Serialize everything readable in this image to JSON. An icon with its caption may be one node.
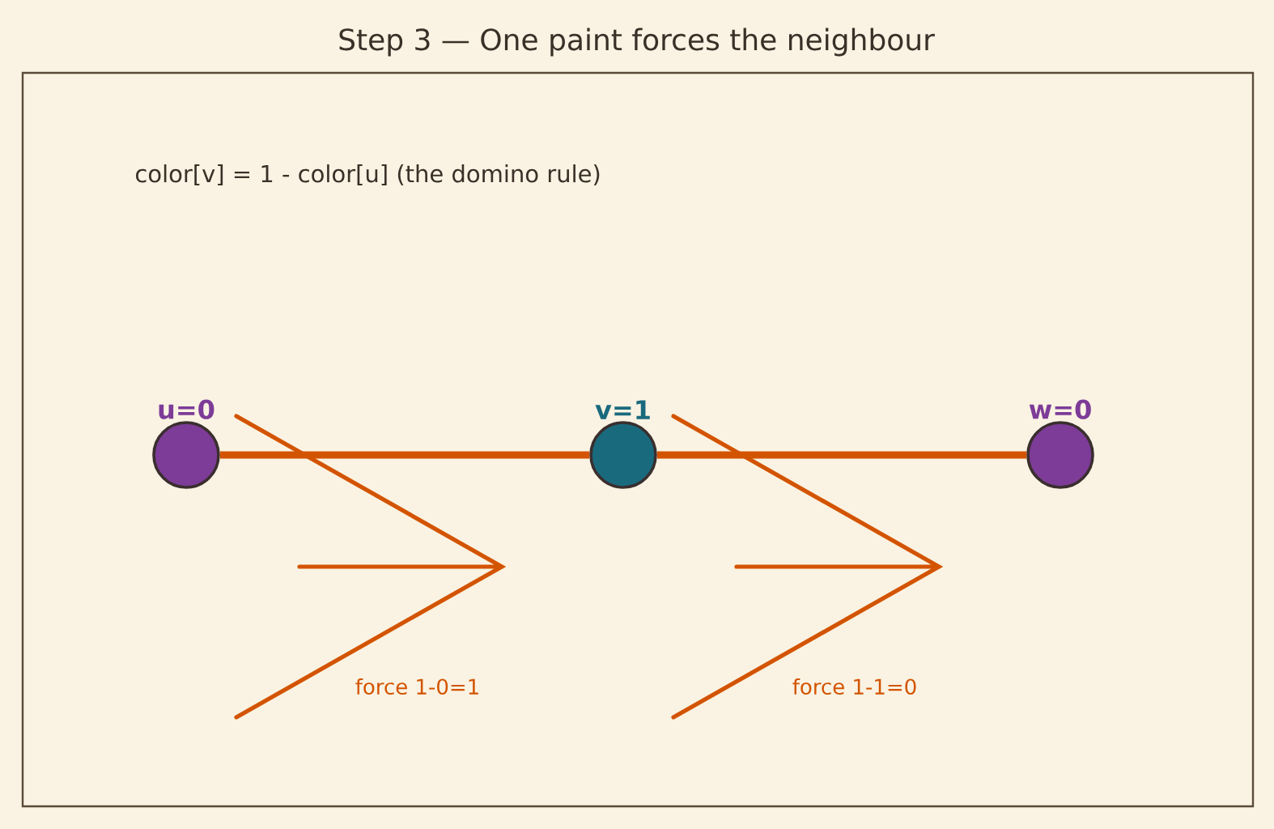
{
  "diagram": {
    "title": "Step 3 — One paint forces the neighbour",
    "nodes": [
      {
        "text": [
          "u=0"
        ]
      },
      {
        "text": [
          "v=1"
        ]
      },
      {
        "text": [
          "w=0"
        ]
      }
    ],
    "edges": [
      {
        "from": 0,
        "to": 1,
        "arrow": "none"
      },
      {
        "from": 1,
        "to": 2,
        "arrow": "none"
      }
    ],
    "labels": [
      "color[v] = 1 - color[u]   (the domino rule)",
      "force 1-0=1",
      "force 1-1=0"
    ]
  }
}
